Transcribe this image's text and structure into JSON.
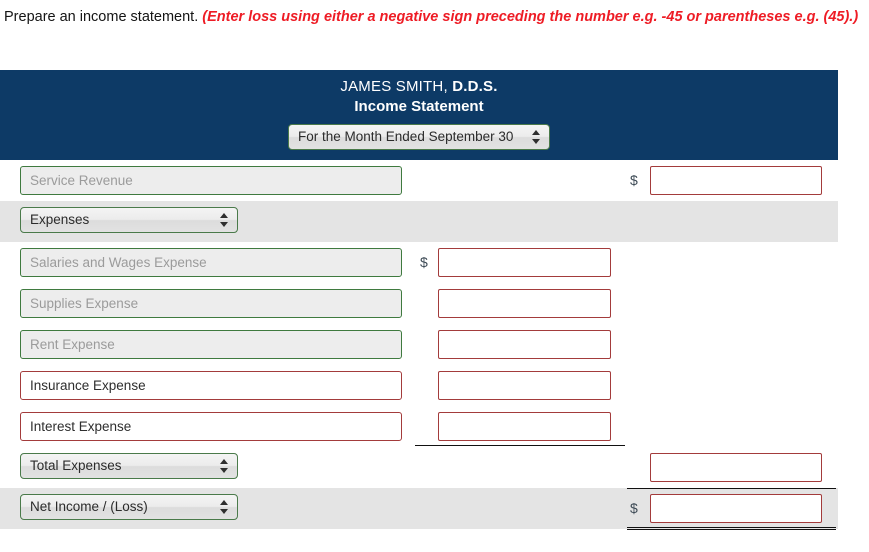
{
  "instruction": {
    "text": "Prepare an income statement.",
    "hint": "(Enter loss using either a negative sign preceding the number e.g. -45 or parentheses e.g. (45).)"
  },
  "statement": {
    "company": "JAMES SMITH,",
    "company_suffix": "D.D.S.",
    "title": "Income Statement",
    "period_select": {
      "value": "For the Month Ended September 30",
      "icon": "spinner-arrows-icon"
    },
    "colors": {
      "header_navy": "#0d3a66",
      "hint_red": "#ee1c25",
      "input_border_green": "#3f7a3f",
      "input_border_red": "#a33b3b",
      "row_shade": "#e4e4e4"
    },
    "currency_symbol": "$",
    "rows": [
      {
        "kind": "text",
        "label": "Service Revenue",
        "label_state": "placeholder",
        "shaded": false,
        "amount_column": "outer",
        "amount_value": "",
        "show_dollar": true
      },
      {
        "kind": "select",
        "label": "Expenses",
        "shaded": true,
        "amount_column": "none",
        "amount_value": "",
        "show_dollar": false
      },
      {
        "kind": "text",
        "label": "Salaries and Wages Expense",
        "label_state": "placeholder",
        "shaded": false,
        "amount_column": "inner",
        "amount_value": "",
        "show_dollar": true
      },
      {
        "kind": "text",
        "label": "Supplies Expense",
        "label_state": "placeholder",
        "shaded": false,
        "amount_column": "inner",
        "amount_value": "",
        "show_dollar": false
      },
      {
        "kind": "text",
        "label": "Rent Expense",
        "label_state": "placeholder",
        "shaded": false,
        "amount_column": "inner",
        "amount_value": "",
        "show_dollar": false
      },
      {
        "kind": "text",
        "label": "Insurance Expense",
        "label_state": "filled",
        "shaded": false,
        "amount_column": "inner",
        "amount_value": "",
        "show_dollar": false
      },
      {
        "kind": "text",
        "label": "Interest Expense",
        "label_state": "filled",
        "shaded": false,
        "amount_column": "inner",
        "amount_value": "",
        "show_dollar": false,
        "rule_below_inner": true
      },
      {
        "kind": "select",
        "label": "Total Expenses",
        "shaded": false,
        "amount_column": "outer",
        "amount_value": "",
        "show_dollar": false
      },
      {
        "kind": "select",
        "label": "Net Income / (Loss)",
        "shaded": true,
        "amount_column": "outer",
        "amount_value": "",
        "show_dollar": true,
        "rule_above_outer": true,
        "rule_below_outer_double": true
      }
    ]
  }
}
